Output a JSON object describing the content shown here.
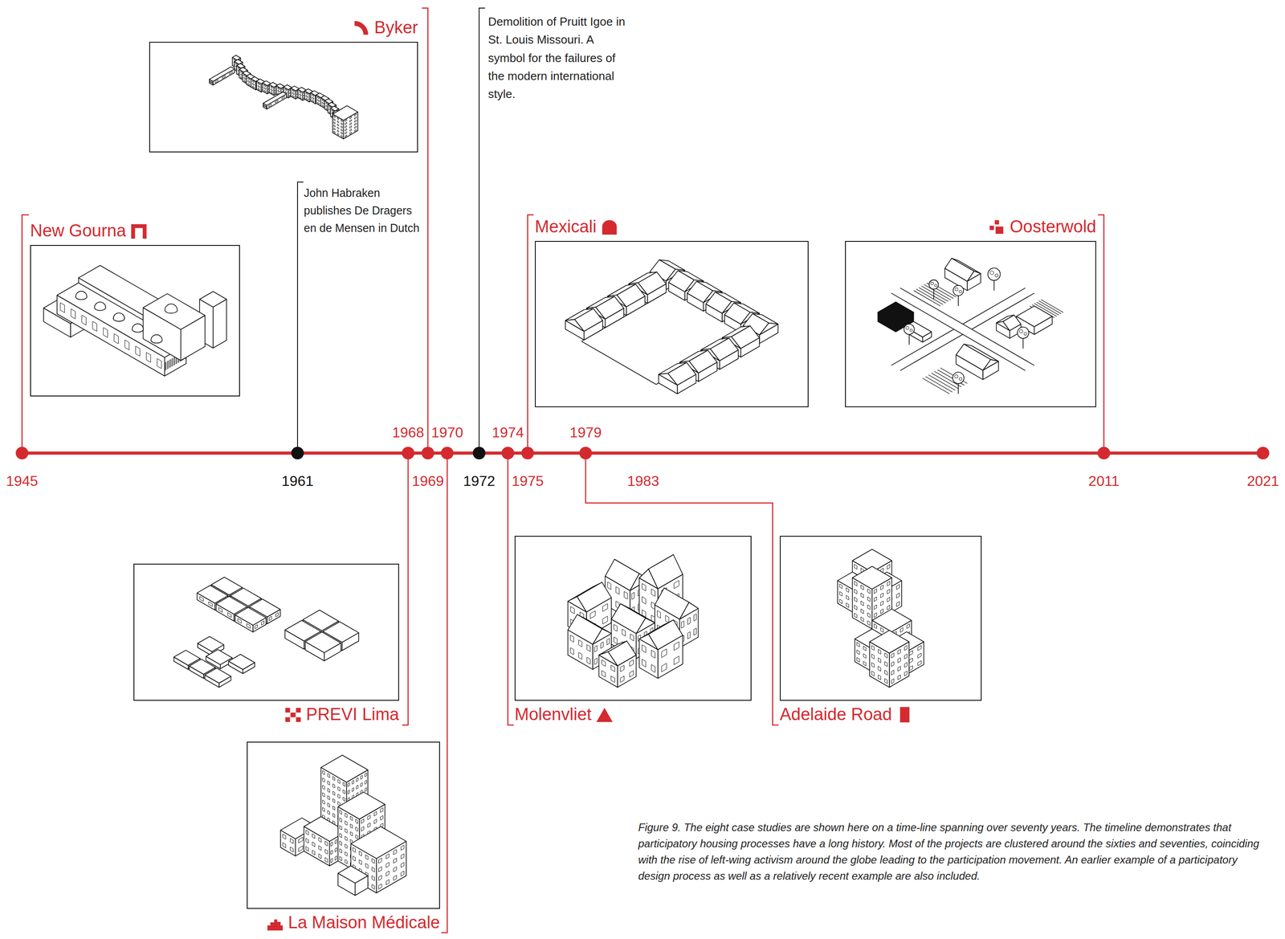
{
  "diagram": {
    "caption": "Figure 9. The eight case studies are shown here on a time-line spanning over seventy years. The timeline demonstrates that participatory housing processes have a long history. Most of the projects are clustered around the sixties and seventies, coinciding with the rise of left-wing activism around the globe leading to the participation movement. An earlier example of a participatory design process as well as a relatively recent example are also included.",
    "nodes": [
      {
        "text": [
          "Byker"
        ]
      },
      {
        "text": [
          "New Gourna"
        ]
      },
      {
        "text": [
          "Mexicali"
        ]
      },
      {
        "text": [
          "Oosterwold"
        ]
      },
      {
        "text": [
          "PREVI Lima"
        ]
      },
      {
        "text": [
          "Molenvliet"
        ]
      },
      {
        "text": [
          "Adelaide Road"
        ]
      },
      {
        "text": [
          "La Maison Médicale"
        ]
      }
    ],
    "labels": [
      "John Habraken publishes De Dragers en de Mensen in Dutch",
      "Demolition of Pruitt Igoe in St. Louis Missouri. A symbol for the failures of the modern international style.",
      "1945",
      "1961",
      "1968",
      "1969",
      "1970",
      "1972",
      "1974",
      "1975",
      "1979",
      "1983",
      "2011",
      "2021"
    ]
  }
}
